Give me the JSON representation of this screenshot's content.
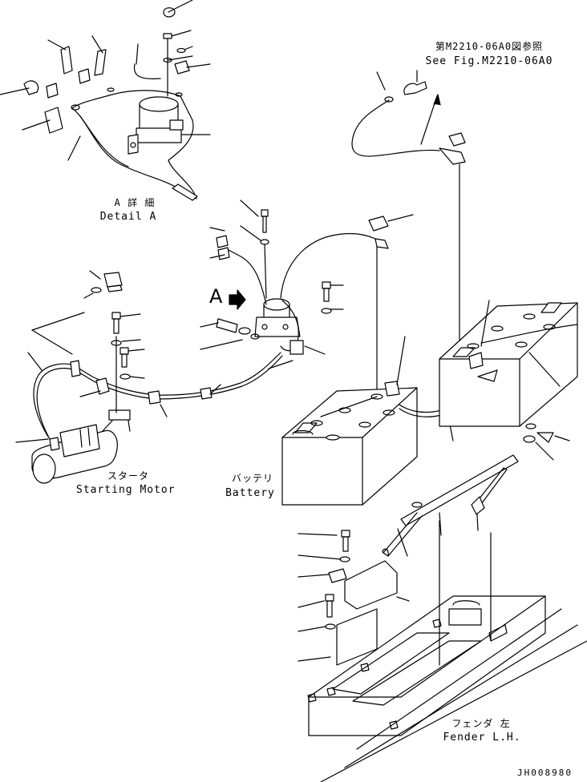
{
  "diagram": {
    "detail_a": {
      "jp": "A 詳 細",
      "en": "Detail A"
    },
    "see_fig": {
      "jp": "第M2210-06A0図参照",
      "en": "See Fig.M2210-06A0"
    },
    "callout": {
      "letter": "A"
    },
    "starting_motor": {
      "jp": "スタータ",
      "en": "Starting Motor"
    },
    "battery": {
      "jp": "バッテリ",
      "en": "Battery"
    },
    "fender": {
      "jp": "フェンダ 左",
      "en": "Fender L.H."
    },
    "doc_id": "JH008980"
  }
}
